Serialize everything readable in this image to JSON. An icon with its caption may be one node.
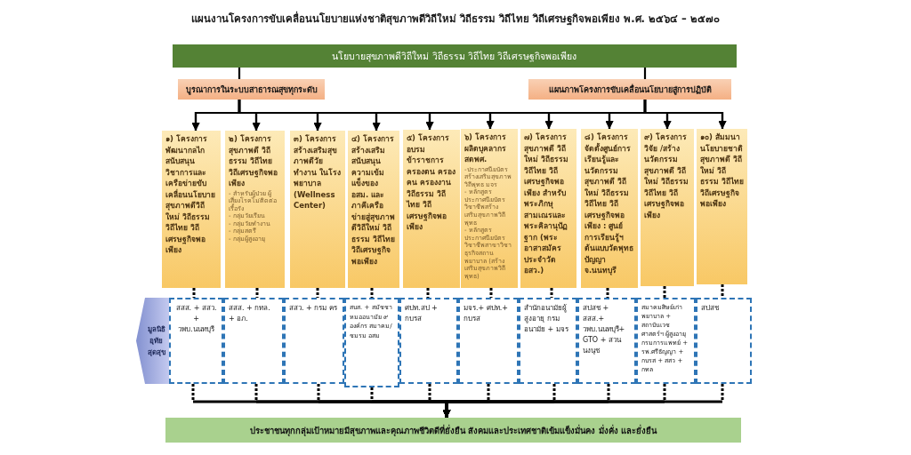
{
  "diagram": {
    "title": "แผนงานโครงการขับเคลื่อนนโยบายแห่งชาติสุขภาพดีวิถีใหม่ วิถีธรรม วิถีไทย วิถีเศรษฐกิจพอเพียง พ.ศ. ๒๕๖๔ – ๒๕๗๐",
    "nodes": [
      {
        "text": [
          "นโยบายสุขภาพดีวิถีใหม่ วิถีธรรม วิถีไทย วิถีเศรษฐกิจพอเพียง"
        ]
      },
      {
        "text": [
          "บูรณาการในระบบสาธารณสุขทุกระดับ"
        ]
      },
      {
        "text": [
          "แผนภาพโครงการขับเคลื่อนนโยบายสู่การปฏิบัติ"
        ]
      },
      {
        "text": [
          "๑) โครงการพัฒนากลไกสนับสนุนวิชาการและเครือข่ายขับเคลื่อนนโยบายสุขภาพดีวิถีใหม่ วิถีธรรม วิถีไทย วิถีเศรษฐกิจพอเพียง"
        ]
      },
      {
        "text": [
          "๒) โครงการสุขภาพดี วิถีธรรม วิถีไทย วิถีเศรษฐกิจพอเพียง",
          "- สำหรับผู้ป่วย ผู้เสี่ยงโรคไม่ติดต่อเรื้อรัง",
          "- กลุ่มวัยเรียน",
          "- กลุ่มวัยทำงาน",
          "- กลุ่มสตรี",
          "- กลุ่มผู้สูงอายุ"
        ]
      },
      {
        "text": [
          "๓) โครงการสร้างเสริมสุขภาพดีวัยทำงาน ในโรงพยาบาล (Wellness Center)"
        ]
      },
      {
        "text": [
          "๔) โครงการสร้างเสริมสนับสนุนความเข้มแข็งของ อสม. และภาคีเครือข่ายสู่สุขภาพดีวิถีใหม่ วิถีธรรม วิถีไทย วิถีเศรษฐกิจพอเพียง"
        ]
      },
      {
        "text": [
          "๕) โครงการอบรมข้าราชการครองตน ครองคน ครองงาน วิถีธรรม วิถีไทย วิถีเศรษฐกิจพอเพียง"
        ]
      },
      {
        "text": [
          "๖) โครงการผลิตบุคลากร สดพศ.",
          "-ประกาศนียบัตรสร้างเสริมสุขภาพวิถีพุทธ มจร",
          "- หลักสูตรประกาศนียบัตรวิชาชีพสร้างเสริมสุขภาพวิถีพุทธ",
          "- หลักสูตรประกาศนียบัตรวิชาชีพสาขาวิชาธุรกิจสถานพยาบาล (สร้างเสริมสุขภาพวิถีพุทธ)"
        ]
      },
      {
        "text": [
          "๗) โครงการสุขภาพดี วิถีใหม่ วิถีธรรม วิถีไทย วิถีเศรษฐกิจพอเพียง สำหรับพระภิกษุสามเณรและพระคิลานุปัฏฐาก (พระอาสาสมัครประจำวัด อสว.)"
        ]
      },
      {
        "text": [
          "๘) โครงการจัดตั้งศูนย์การเรียนรู้และนวัตกรรมสุขภาพดี วิถีใหม่ วิถีธรรม วิถีไทย วิถีเศรษฐกิจพอเพียง : ศูนย์การเรียนรู้ฯ ต้นแบบวัดพุทธปัญญา จ.นนทบุรี"
        ]
      },
      {
        "text": [
          "๙) โครงการวิจัย /สร้างนวัตกรรมสุขภาพดี วิถีใหม่ วิถีธรรม วิถีไทย วิถีเศรษฐกิจพอเพียง"
        ]
      },
      {
        "text": [
          "๑๐) สัมมนานโยบายชาติสุขภาพดี วิถีใหม่ วิถีธรรม วิถีไทย วิถีเศรษฐกิจพอเพียง"
        ]
      },
      {
        "text": [
          "มูลนิธิอุทัย สุดสุข"
        ]
      },
      {
        "text": [
          "สสส. + สสว. + วพบ.นนทบุรี"
        ]
      },
      {
        "text": [
          "สสส. + กทล. + อภ."
        ]
      },
      {
        "text": [
          "สสว. + กรม คร"
        ]
      },
      {
        "text": [
          "สบส. + สมัชชาหมออนามัย ๙ องค์กร สมาคม/ชมรม อสม"
        ]
      },
      {
        "text": [
          "ศปท.สป + กบรส"
        ]
      },
      {
        "text": [
          "มจร.+ ศปท.+ กบรส"
        ]
      },
      {
        "text": [
          "สำนักอนามัยผู้สูงอายุ กรมอนามัย + มจร"
        ]
      },
      {
        "text": [
          "สปสช + สสส.+ วพบ.นนทบุรี+ GTO + สวนนงนุช"
        ]
      },
      {
        "text": [
          "สมาคมศิษย์เก่าพยาบาล + สถาบันเวชศาสตร์ฯ ผู้สูงอายุ กรมการแพทย์ + รพ.ศรีธัญญา + กบรส + สสว + กทล"
        ]
      },
      {
        "text": [
          "สปสช"
        ]
      },
      {
        "text": [
          "ประชาชนทุกกลุ่มเป้าหมายมีสุขภาพและคุณภาพชีวิตดีที่ยั่งยืน สังคมและประเทศชาติเข้มแข็งมั่นคง มั่งคั่ง และยั่งยืน"
        ]
      }
    ],
    "edges": [
      {
        "from": 0,
        "to": 1,
        "arrow": "none"
      },
      {
        "from": 0,
        "to": 2,
        "arrow": "none"
      },
      {
        "from": 1,
        "to": 3,
        "arrow": "to"
      },
      {
        "from": 1,
        "to": 4,
        "arrow": "to"
      },
      {
        "from": 1,
        "to": 5,
        "arrow": "to"
      },
      {
        "from": 1,
        "to": 6,
        "arrow": "to"
      },
      {
        "from": 1,
        "to": 7,
        "arrow": "to"
      },
      {
        "from": 1,
        "to": 8,
        "arrow": "to"
      },
      {
        "from": 1,
        "to": 9,
        "arrow": "to"
      },
      {
        "from": 1,
        "to": 10,
        "arrow": "to"
      },
      {
        "from": 1,
        "to": 11,
        "arrow": "to"
      },
      {
        "from": 1,
        "to": 12,
        "arrow": "to"
      },
      {
        "from": 2,
        "to": 3,
        "arrow": "to"
      },
      {
        "from": 2,
        "to": 4,
        "arrow": "to"
      },
      {
        "from": 2,
        "to": 5,
        "arrow": "to"
      },
      {
        "from": 2,
        "to": 6,
        "arrow": "to"
      },
      {
        "from": 2,
        "to": 7,
        "arrow": "to"
      },
      {
        "from": 2,
        "to": 8,
        "arrow": "to"
      },
      {
        "from": 2,
        "to": 9,
        "arrow": "to"
      },
      {
        "from": 2,
        "to": 10,
        "arrow": "to"
      },
      {
        "from": 2,
        "to": 11,
        "arrow": "to"
      },
      {
        "from": 2,
        "to": 12,
        "arrow": "to"
      },
      {
        "from": 3,
        "to": 14,
        "arrow": "none",
        "style": "dashed"
      },
      {
        "from": 4,
        "to": 15,
        "arrow": "none",
        "style": "dashed"
      },
      {
        "from": 5,
        "to": 16,
        "arrow": "none",
        "style": "dashed"
      },
      {
        "from": 6,
        "to": 17,
        "arrow": "none",
        "style": "dashed"
      },
      {
        "from": 7,
        "to": 18,
        "arrow": "none",
        "style": "dashed"
      },
      {
        "from": 8,
        "to": 19,
        "arrow": "none",
        "style": "dashed"
      },
      {
        "from": 9,
        "to": 20,
        "arrow": "none",
        "style": "dashed"
      },
      {
        "from": 10,
        "to": 21,
        "arrow": "none",
        "style": "dashed"
      },
      {
        "from": 11,
        "to": 22,
        "arrow": "none",
        "style": "dashed"
      },
      {
        "from": 12,
        "to": 23,
        "arrow": "none",
        "style": "dashed"
      },
      {
        "from": 14,
        "to": 24,
        "arrow": "to",
        "style": "dashed"
      },
      {
        "from": 15,
        "to": 24,
        "arrow": "to",
        "style": "dashed"
      },
      {
        "from": 16,
        "to": 24,
        "arrow": "to",
        "style": "dashed"
      },
      {
        "from": 17,
        "to": 24,
        "arrow": "to",
        "style": "dashed"
      },
      {
        "from": 18,
        "to": 24,
        "arrow": "to",
        "style": "dashed"
      },
      {
        "from": 19,
        "to": 24,
        "arrow": "to",
        "style": "dashed"
      },
      {
        "from": 20,
        "to": 24,
        "arrow": "to",
        "style": "dashed"
      },
      {
        "from": 21,
        "to": 24,
        "arrow": "to",
        "style": "dashed"
      },
      {
        "from": 22,
        "to": 24,
        "arrow": "to",
        "style": "dashed"
      },
      {
        "from": 23,
        "to": 24,
        "arrow": "to",
        "style": "dashed"
      }
    ]
  }
}
